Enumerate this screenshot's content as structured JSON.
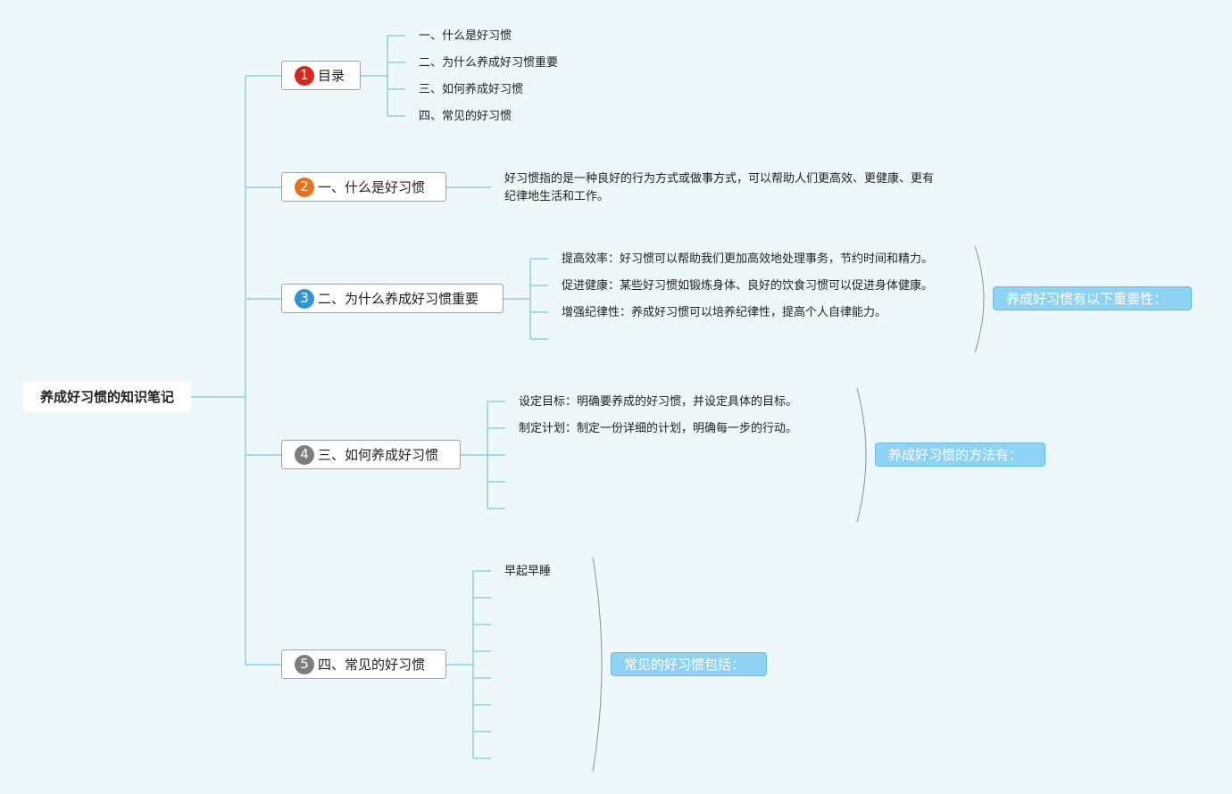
{
  "root": {
    "label": "养成好习惯的知识笔记"
  },
  "colors": {
    "line": "#8ccfe0",
    "bracket": "#7a9a8a",
    "marker_1": "#d9261c",
    "marker_2": "#e8711c",
    "marker_3": "#2f93d6",
    "marker_4": "#7d7d7d",
    "marker_5": "#7d7d7d",
    "summary_bg": "#8fd3f4"
  },
  "branches": [
    {
      "marker": "1",
      "label": "目录",
      "items": [
        "一、什么是好习惯",
        "二、为什么养成好习惯重要",
        "三、如何养成好习惯",
        "四、常见的好习惯"
      ]
    },
    {
      "marker": "2",
      "label": "一、什么是好习惯",
      "paragraph": "好习惯指的是一种良好的行为方式或做事方式，可以帮助人们更高效、更健康、更有纪律地生活和工作。"
    },
    {
      "marker": "3",
      "label": "二、为什么养成好习惯重要",
      "items": [
        "提高效率：好习惯可以帮助我们更加高效地处理事务，节约时间和精力。",
        "促进健康：某些好习惯如锻炼身体、良好的饮食习惯可以促进身体健康。",
        "增强纪律性：养成好习惯可以培养纪律性，提高个人自律能力。"
      ],
      "summary": "养成好习惯有以下重要性："
    },
    {
      "marker": "4",
      "label": "三、如何养成好习惯",
      "items": [
        "设定目标：明确要养成的好习惯，并设定具体的目标。",
        "制定计划：制定一份详细的计划，明确每一步的行动。"
      ],
      "summary": "养成好习惯的方法有："
    },
    {
      "marker": "5",
      "label": "四、常见的好习惯",
      "items": [
        "早起早睡"
      ],
      "summary": "常见的好习惯包括："
    }
  ]
}
